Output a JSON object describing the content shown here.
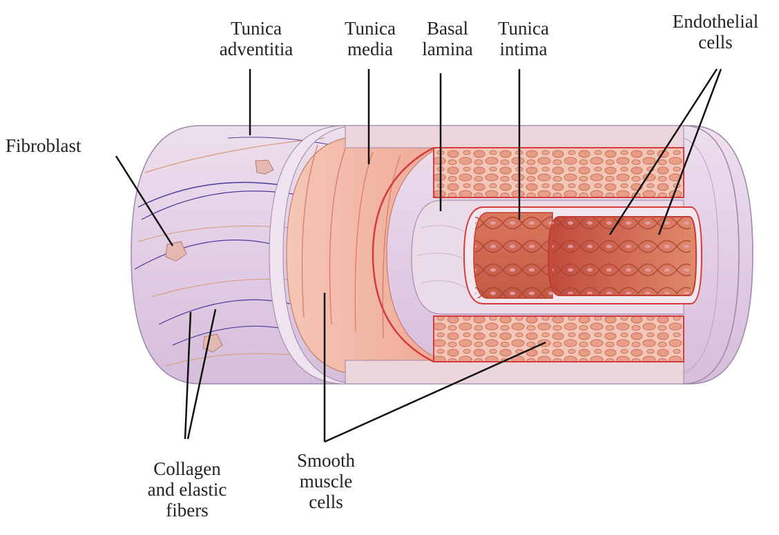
{
  "labels": {
    "tunica_adventitia": [
      "Tunica",
      "adventitia"
    ],
    "tunica_media": [
      "Tunica",
      "media"
    ],
    "basal_lamina": [
      "Basal",
      "lamina"
    ],
    "tunica_intima": [
      "Tunica",
      "intima"
    ],
    "endothelial_cells": [
      "Endothelial",
      "cells"
    ],
    "fibroblast": [
      "Fibroblast"
    ],
    "collagen_elastic": [
      "Collagen",
      "and elastic",
      "fibers"
    ],
    "smooth_muscle": [
      "Smooth",
      "muscle",
      "cells"
    ]
  },
  "colors": {
    "adventitia": "#e6d3e8",
    "adventitia_dark": "#c9afcf",
    "media": "#f2b9a8",
    "media_band": "#ecd2cf",
    "lamina": "#eadbe8",
    "intima": "#cf6a52",
    "intima_dark": "#b24a3a",
    "red_outline": "#d63a3a",
    "fiber_blue": "#4b3a9a",
    "fiber_tan": "#d59a70",
    "leader": "#111111"
  }
}
